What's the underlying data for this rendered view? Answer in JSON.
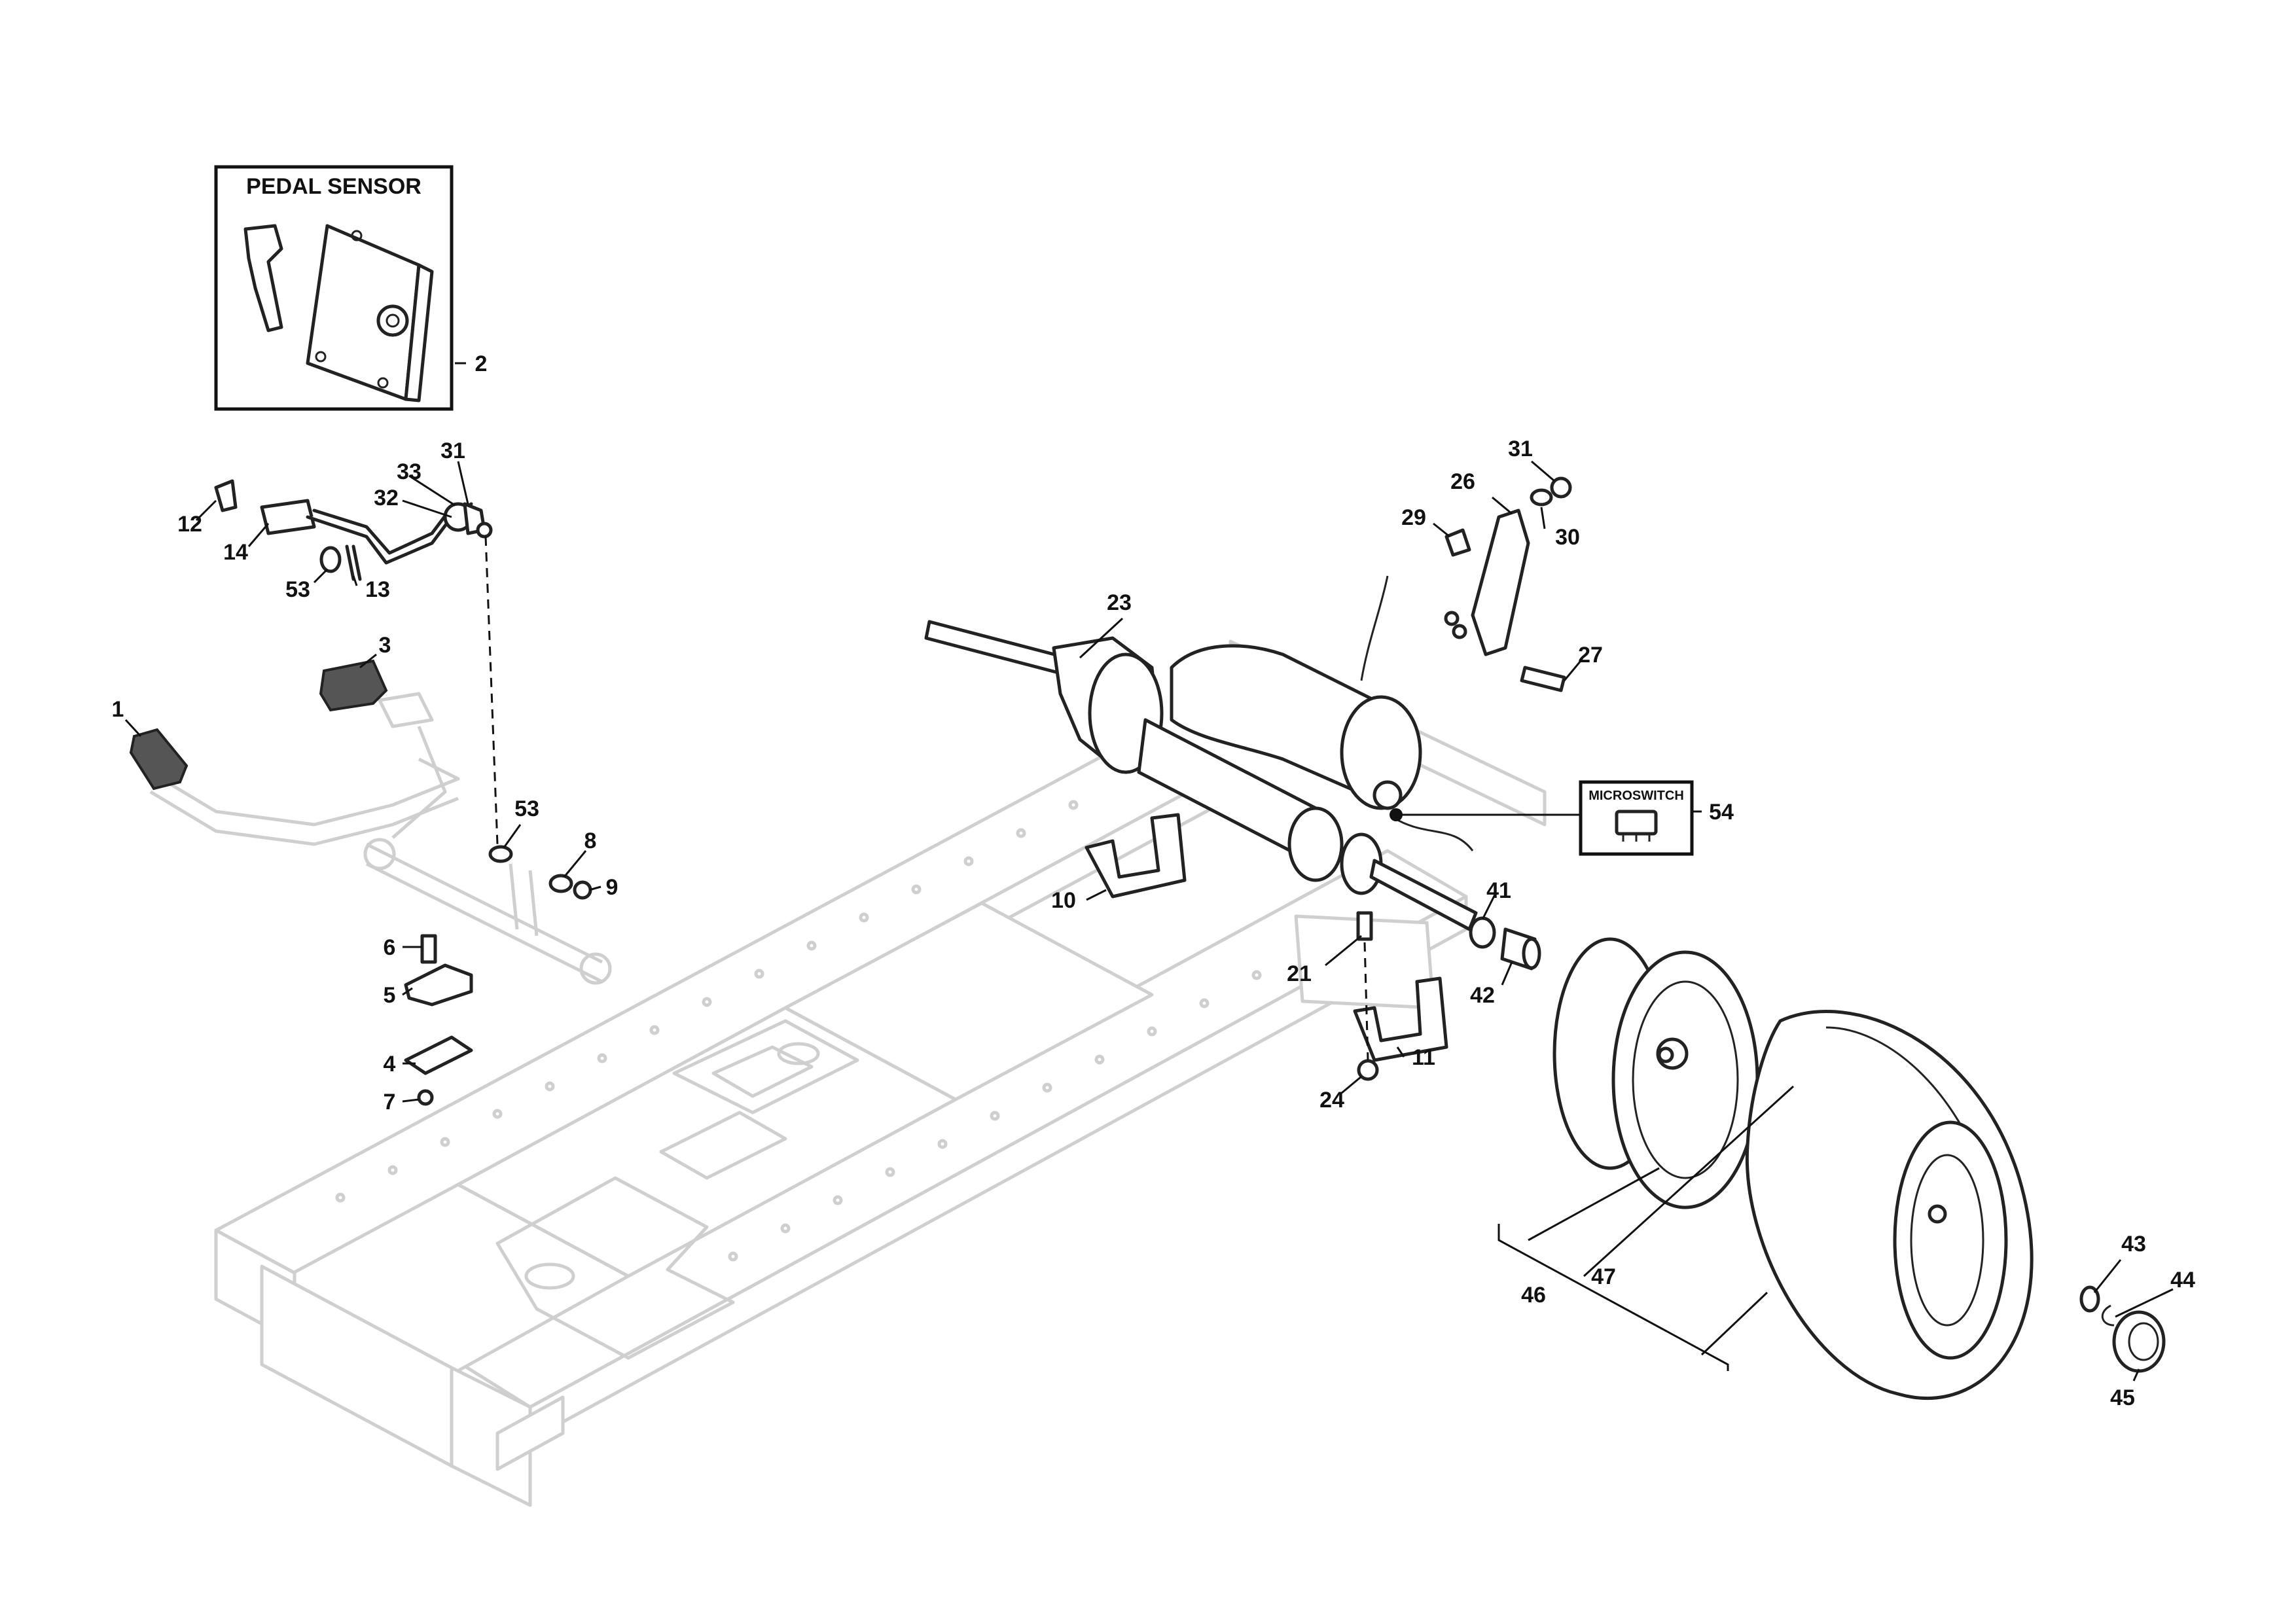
{
  "boxes": {
    "pedal_sensor": "PEDAL SENSOR",
    "microswitch": "MICROSWITCH"
  },
  "callouts": [
    "1",
    "2",
    "3",
    "4",
    "5",
    "6",
    "7",
    "8",
    "9",
    "10",
    "11",
    "12",
    "13",
    "14",
    "21",
    "23",
    "24",
    "26",
    "27",
    "29",
    "30",
    "31",
    "31",
    "32",
    "33",
    "41",
    "42",
    "43",
    "44",
    "45",
    "46",
    "47",
    "53",
    "53",
    "54"
  ],
  "colors": {
    "line": "#222222",
    "frame": "#cfcfcf",
    "background": "#ffffff"
  }
}
